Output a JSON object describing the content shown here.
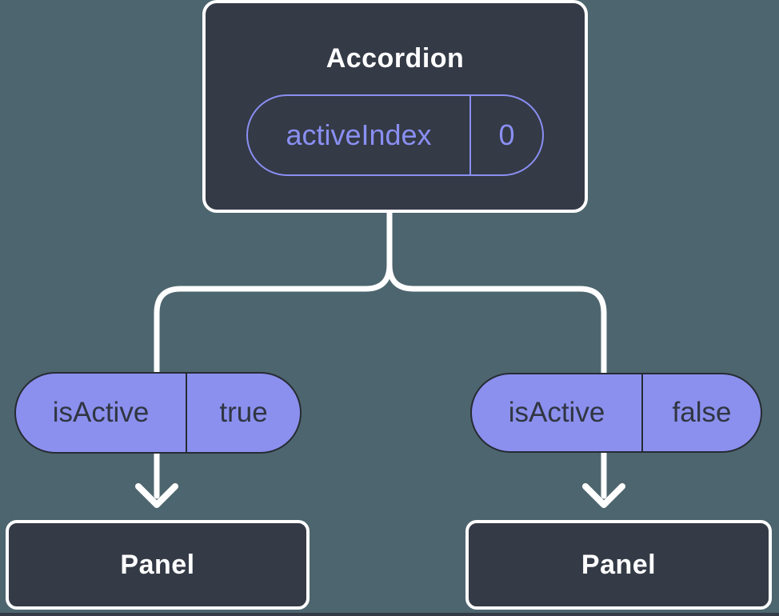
{
  "colors": {
    "background": "#4d656e",
    "node_fill": "#343a46",
    "node_border": "#ffffff",
    "pill_fill": "#8b90ee",
    "pill_border": "#262b33",
    "pill_text": "#303642",
    "accent_purple": "#8a8ff2",
    "connector": "#ffffff"
  },
  "tree": {
    "root": {
      "title": "Accordion",
      "state_pill": {
        "name": "activeIndex",
        "value": "0"
      }
    },
    "branches": [
      {
        "prop_pill": {
          "name": "isActive",
          "value": "true"
        },
        "child": {
          "title": "Panel"
        }
      },
      {
        "prop_pill": {
          "name": "isActive",
          "value": "false"
        },
        "child": {
          "title": "Panel"
        }
      }
    ]
  }
}
